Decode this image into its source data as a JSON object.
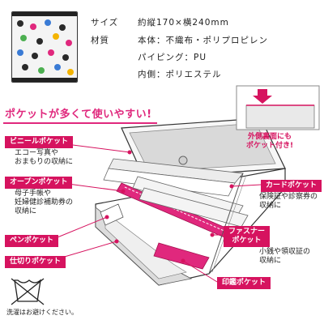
{
  "spec": {
    "rows": [
      {
        "key": "サイズ",
        "value": "約縦170×横240mm"
      },
      {
        "key": "材質",
        "value": "本体：不織布・ポリプロピレン"
      },
      {
        "key": "",
        "value": "パイピング：PU"
      },
      {
        "key": "",
        "value": "内側：ポリエステル"
      }
    ]
  },
  "headline": "ポケットが多くて使いやすい!",
  "labels": {
    "vinyl": {
      "tag": "ビニールポケット",
      "desc": [
        "エコー写真や",
        "おまもりの収納に"
      ]
    },
    "open": {
      "tag": "オープンポケット",
      "desc": [
        "母子手帳や",
        "妊婦健診補助券の",
        "収納に"
      ]
    },
    "pen": {
      "tag": "ペンポケット"
    },
    "divider": {
      "tag": "仕切りポケット"
    },
    "card": {
      "tag": "カードポケット",
      "desc": [
        "保険証や診察券の",
        "収納に"
      ]
    },
    "zipper": {
      "tag_line1": "ファスナー",
      "tag_line2": "ポケット",
      "desc": [
        "小銭や領収証の",
        "収納に"
      ]
    },
    "seal": {
      "tag": "印鑑ポケット"
    }
  },
  "outer_note": [
    "外側裏面にも",
    "ポケット付き!"
  ],
  "wash_note": "洗濯はお避けください。",
  "colors": {
    "accent": "#d6135f",
    "headline": "#e0287d"
  }
}
